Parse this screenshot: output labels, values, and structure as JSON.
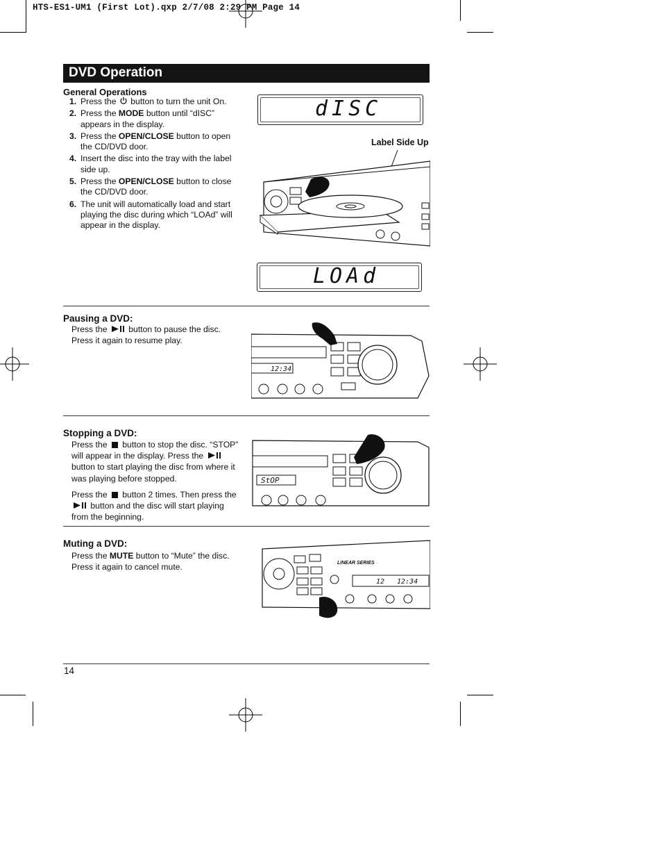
{
  "slug": "HTS-ES1-UM1 (First Lot).qxp  2/7/08  2:29 PM  Page 14",
  "title": "DVD Operation",
  "general": {
    "heading": "General Operations",
    "steps": [
      {
        "num": "1.",
        "pre": "Press the ",
        "icon": "power-icon",
        "post": " button to turn the unit On."
      },
      {
        "num": "2.",
        "pre": "Press the ",
        "bold": "MODE",
        "post": " button until “dISC” appears in the display."
      },
      {
        "num": "3.",
        "pre": "Press the ",
        "bold": "OPEN/CLOSE",
        "post": " button to open the CD/DVD door."
      },
      {
        "num": "4.",
        "pre": "Insert the disc into the tray with the label side up."
      },
      {
        "num": "5.",
        "pre": "Press the ",
        "bold": "OPEN/CLOSE",
        "post": " button to close the CD/DVD door."
      },
      {
        "num": "6.",
        "pre": "The unit will automatically load and start playing the disc during which “LOAd” will appear in the display."
      }
    ],
    "display_disc": "dISC",
    "label_callout": "Label Side Up",
    "display_load": "LOAd"
  },
  "pausing": {
    "heading": "Pausing a DVD:",
    "text_pre": "Press the ",
    "icon": "play-pause-icon",
    "text_post": " button to pause the disc. Press it again to resume play.",
    "clock": "12:34"
  },
  "stopping": {
    "heading": "Stopping a DVD:",
    "p1": [
      "Press the ",
      " button to stop the disc. “STOP” will appear in the display. Press the ",
      " button to start playing the disc from where it was playing before stopped."
    ],
    "p2": [
      "Press the ",
      " button 2 times. Then press the ",
      " button and the disc will start playing from the beginning."
    ],
    "display": "StOP"
  },
  "muting": {
    "heading": "Muting a DVD:",
    "pre": "Press the ",
    "bold": "MUTE",
    "post": " button to “Mute” the disc. Press it again to cancel mute.",
    "brand": "LINEAR SERIES",
    "clock": "12:34",
    "track": "12"
  },
  "page_number": "14"
}
